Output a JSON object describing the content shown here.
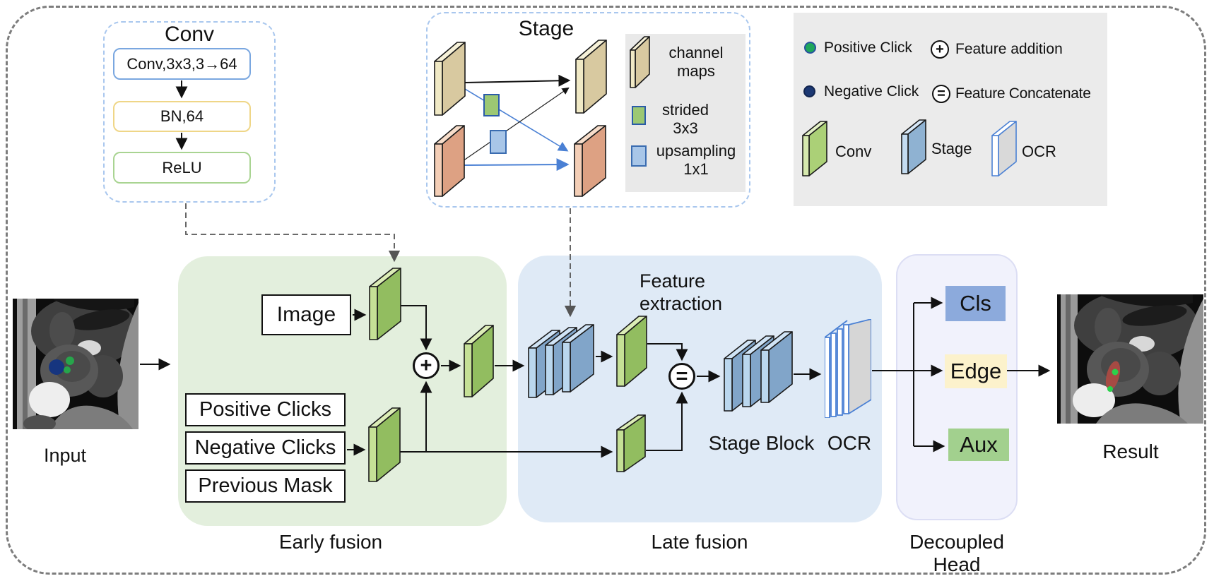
{
  "conv_detail": {
    "title": "Conv",
    "layer_conv": "Conv,3x3,3→64",
    "layer_bn": "BN,64",
    "layer_relu": "ReLU"
  },
  "stage_detail": {
    "title": "Stage",
    "channel_maps": "channel maps",
    "strided": "strided 3x3",
    "upsampling": "upsampling 1x1"
  },
  "legend": {
    "positive_click": "Positive Click",
    "negative_click": "Negative Click",
    "feature_addition": "Feature addition",
    "feature_concatenate": "Feature Concatenate",
    "conv": "Conv",
    "stage": "Stage",
    "ocr": "OCR"
  },
  "early_fusion": {
    "image": "Image",
    "positive_clicks": "Positive Clicks",
    "negative_clicks": "Negative Clicks",
    "previous_mask": "Previous Mask",
    "label": "Early fusion"
  },
  "late_fusion": {
    "feature_extraction": "Feature extraction",
    "stage_block": "Stage Block",
    "ocr": "OCR",
    "label": "Late fusion"
  },
  "decoupled_head": {
    "cls": "Cls",
    "edge": "Edge",
    "aux": "Aux",
    "label": "Decoupled Head"
  },
  "io": {
    "input_label": "Input",
    "result_label": "Result"
  },
  "symbols": {
    "plus": "+",
    "equals": "="
  },
  "colors": {
    "slabs": {
      "conv": {
        "face": "#92bd60",
        "edge": "#c5e096",
        "top": "#dcedb6",
        "stroke": "#1a1a1a"
      },
      "conv_light": {
        "face": "#abd077",
        "edge": "#d6e9ae",
        "top": "#e4f1c6",
        "stroke": "#1a1a1a"
      },
      "stage": {
        "face": "#81a5c9",
        "edge": "#bad7ee",
        "top": "#d0e4f6",
        "stroke": "#1a1a1a"
      },
      "stage_light": {
        "face": "#8fb2d2",
        "edge": "#c4dcf1",
        "top": "#d7e8f8",
        "stroke": "#1a1a1a"
      },
      "tan": {
        "face": "#d8c9a0",
        "edge": "#f0e9c5",
        "top": "#f6f1d8",
        "stroke": "#1a1a1a"
      },
      "orange": {
        "face": "#dda183",
        "edge": "#f3ceb6",
        "top": "#f7ddca",
        "stroke": "#1a1a1a"
      },
      "ocr": {
        "face": "#d9d9d9",
        "edge": "#ffffff",
        "top": "#ffffff",
        "stroke": "#4a80d4"
      }
    },
    "accents": {
      "panel_early": "#e3efdd",
      "panel_late": "#dfeaf6",
      "panel_head": "#f1f2fc",
      "legend_bg": "#ebebeb",
      "dashed_blue_border": "#a9c7ee",
      "arrow_blue": "#4a80d4",
      "positive_click": "#1ea65b",
      "negative_click": "#1c3873",
      "cls_box": "#8caadc",
      "edge_box": "#fcf2cc",
      "aux_box": "#a2d08e",
      "strided_fill": "#9cc873",
      "upsampling_fill": "#a8c6e8"
    }
  }
}
